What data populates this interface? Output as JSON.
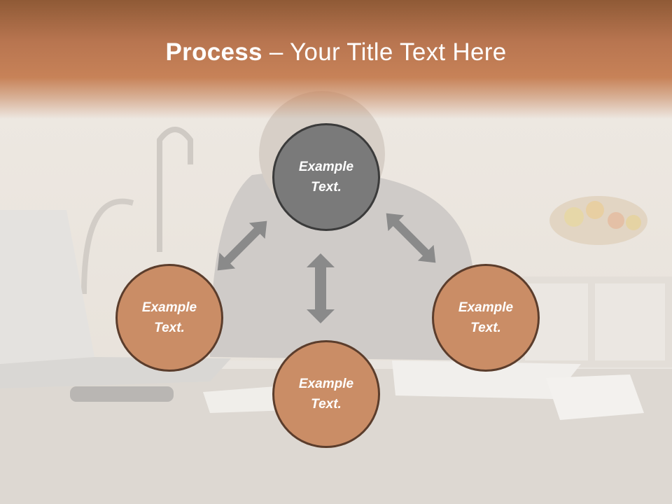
{
  "title": {
    "bold": "Process",
    "rest": " – Your Title Text Here"
  },
  "nodes": {
    "top": "Example Text.",
    "left": "Example Text.",
    "right": "Example Text.",
    "bottom": "Example Text."
  },
  "colors": {
    "header": "#c27d54",
    "node_fill": "#ca8d66",
    "center_fill": "#7a7a7a",
    "arrow": "#8a8a8a"
  }
}
